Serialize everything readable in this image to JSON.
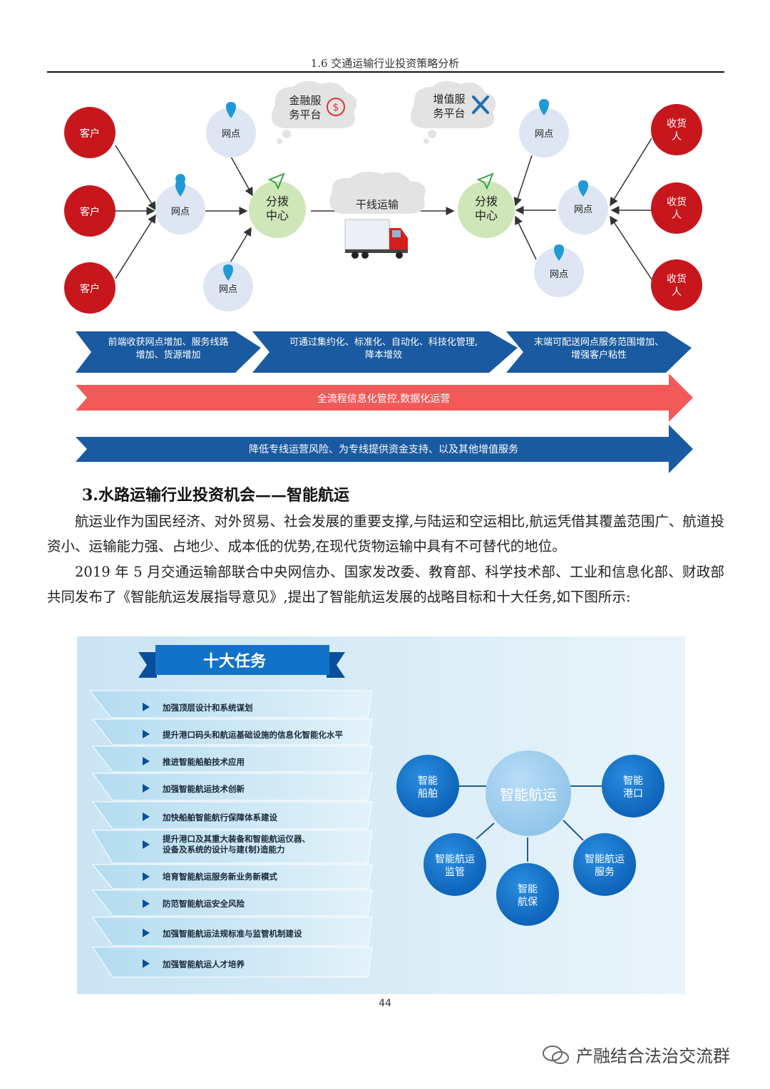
{
  "header": {
    "title": "1.6 交通运输行业投资策略分析"
  },
  "diagram1": {
    "customer": "客户",
    "outlet": "网点",
    "hub_l1": "分拨",
    "hub_l2": "中心",
    "receiver_l1": "收货",
    "receiver_l2": "人",
    "finance_l1": "金融服",
    "finance_l2": "务平台",
    "value_l1": "增值服",
    "value_l2": "务平台",
    "trunk": "干线运输",
    "stages": [
      {
        "l1": "前端收获网点增加、服务线路",
        "l2": "增加、货源增加"
      },
      {
        "l1": "可通过集约化、标准化、自动化、科技化管理,",
        "l2": "降本增效"
      },
      {
        "l1": "末端可配送网点服务范围增加、",
        "l2": "增强客户粘性"
      }
    ],
    "bar_red": "全流程信息化管控,数据化运营",
    "bar_blue": "降低专线运营风险、为专线提供资金支持、以及其他增值服务",
    "colors": {
      "red": "#c8161d",
      "blue": "#1a5aa0",
      "light_blue": "#dde6f2",
      "green": "#cfe6b8",
      "salmon": "#f25a5a"
    }
  },
  "section": {
    "title": "3.水路运输行业投资机会——智能航运"
  },
  "paragraphs": [
    "航运业作为国民经济、对外贸易、社会发展的重要支撑,与陆运和空运相比,航运凭借其覆盖范围广、航道投资小、运输能力强、占地少、成本低的优势,在现代货物运输中具有不可替代的地位。",
    "2019 年 5 月交通运输部联合中央网信办、国家发改委、教育部、科学技术部、工业和信息化部、财政部共同发布了《智能航运发展指导意见》,提出了智能航运发展的战略目标和十大任务,如下图所示:"
  ],
  "diagram2": {
    "ribbon_title": "十大任务",
    "tasks": [
      [
        "加强顶层设计和系统谋划"
      ],
      [
        "提升港口码头和航运基础设施的信息化智能化水平"
      ],
      [
        "推进智能船舶技术应用"
      ],
      [
        "加强智能航运技术创新"
      ],
      [
        "加快船舶智能航行保障体系建设"
      ],
      [
        "提升港口及其重大装备和智能航运仪器、",
        "设备及系统的设计与建(制)造能力"
      ],
      [
        "培育智能航运服务新业务新模式"
      ],
      [
        "防范智能航运安全风险"
      ],
      [
        "加强智能航运法规标准与监管机制建设"
      ],
      [
        "加强智能航运人才培养"
      ]
    ],
    "center": "智能航运",
    "nodes": [
      [
        "智能",
        "船舶"
      ],
      [
        "智能",
        "港口"
      ],
      [
        "智能航运",
        "监管"
      ],
      [
        "智能",
        "航保"
      ],
      [
        "智能航运",
        "服务"
      ]
    ]
  },
  "page_number": "44",
  "watermark": "产融结合法治交流群"
}
